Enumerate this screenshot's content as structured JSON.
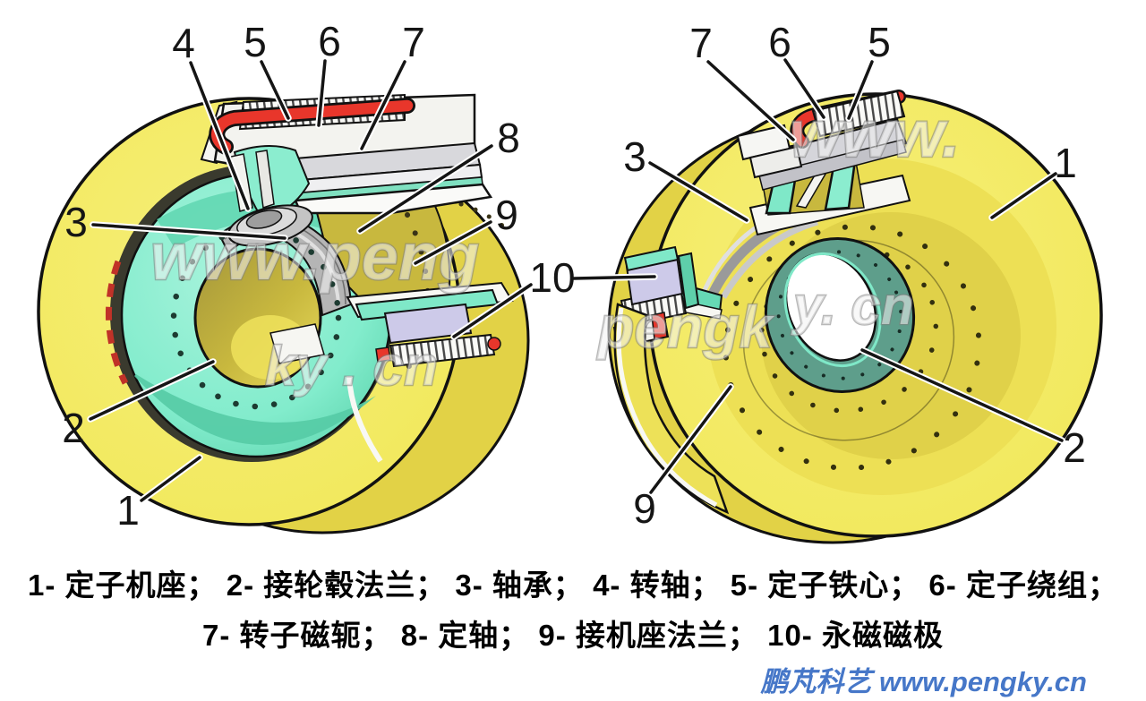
{
  "image_type": "technical cutaway diagram of a permanent-magnet generator, two 3D views with numbered callouts",
  "colors": {
    "frame_yellow": "#F2E95F",
    "frame_yellow_dark": "#E2D246",
    "hub_olive": "#C8B83E",
    "rotor_teal": "#82ECCC",
    "rotor_teal_dark": "#55CBA5",
    "hub_teal_dark": "#5E9E8B",
    "winding_red": "#E8362B",
    "magnet_purple": "#CDCAE9",
    "bearing_gray": "#B5B5B5",
    "callout_black": "#151515",
    "footer_blue": "#4677C8"
  },
  "callouts": {
    "left": [
      "4",
      "5",
      "6",
      "7",
      "8",
      "9",
      "10",
      "3",
      "2",
      "1"
    ],
    "right": [
      "7",
      "6",
      "5",
      "3",
      "1",
      "2",
      "9"
    ]
  },
  "parts": [
    {
      "no": "1",
      "name": "定子机座"
    },
    {
      "no": "2",
      "name": "接轮毂法兰"
    },
    {
      "no": "3",
      "name": "轴承"
    },
    {
      "no": "4",
      "name": "转轴"
    },
    {
      "no": "5",
      "name": "定子铁心"
    },
    {
      "no": "6",
      "name": "定子绕组"
    },
    {
      "no": "7",
      "name": "转子磁轭"
    },
    {
      "no": "8",
      "name": "定轴"
    },
    {
      "no": "9",
      "name": "接机座法兰"
    },
    {
      "no": "10",
      "name": "永磁磁极"
    }
  ],
  "legend": {
    "line1": "1- 定子机座； 2- 接轮毂法兰； 3- 轴承； 4- 转轴； 5- 定子铁心； 6- 定子绕组；",
    "line2": "7- 转子磁轭；  8- 定轴；  9- 接机座法兰；  10- 永磁磁极"
  },
  "watermark": {
    "segments": [
      "www.peng",
      "ky . cn",
      "www.",
      "pengk",
      "y. cn"
    ]
  },
  "footer": {
    "brand": "鹏芃科艺 www.pengky.cn"
  }
}
